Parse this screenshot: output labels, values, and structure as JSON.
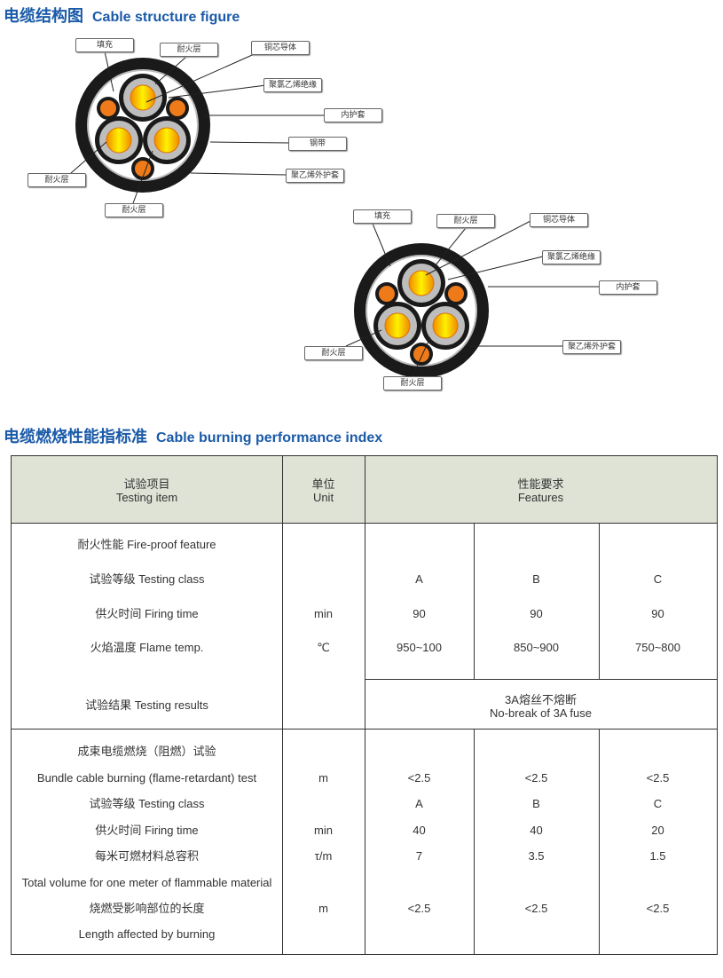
{
  "structure": {
    "title_cn": "电缆结构图",
    "title_en": "Cable structure figure",
    "diagram1": {
      "labels": [
        "填充",
        "耐火层",
        "铜芯导体",
        "聚氯乙烯绝缘",
        "内护套",
        "钢带",
        "聚乙烯外护套",
        "耐火层",
        "耐火层"
      ]
    },
    "diagram2": {
      "labels": [
        "填充",
        "耐火层",
        "铜芯导体",
        "聚氯乙烯绝缘",
        "内护套",
        "聚乙烯外护套",
        "耐火层",
        "耐火层"
      ]
    }
  },
  "colors": {
    "title": "#1a5aa8",
    "header_bg": "#dfe3d6",
    "jacket": "#1a1a1a",
    "insulation": "#bdbdbd",
    "core": "#f5a800",
    "filler_core": "#ee7a1a"
  },
  "performance": {
    "title_cn": "电缆燃烧性能指标准",
    "title_en": "Cable burning performance index",
    "header": {
      "item_cn": "试验项目",
      "item_en": "Testing item",
      "unit_cn": "单位",
      "unit_en": "Unit",
      "feat_cn": "性能要求",
      "feat_en": "Features"
    },
    "fire": {
      "title": "耐火性能 Fire-proof feature",
      "rows": [
        {
          "label": "试验等级 Testing class",
          "unit": "",
          "v": [
            "A",
            "B",
            "C"
          ]
        },
        {
          "label": "供火时间  Firing time",
          "unit": "min",
          "v": [
            "90",
            "90",
            "90"
          ]
        },
        {
          "label": "火焰温度 Flame temp.",
          "unit": "℃",
          "v": [
            "950~100",
            "850~900",
            "750~800"
          ]
        }
      ],
      "result_label": "试验结果 Testing results",
      "result_cn": "3A熔丝不熔断",
      "result_en": "No-break of 3A fuse"
    },
    "bundle": {
      "title_cn": "成束电缆燃烧（阻燃）试验",
      "rows": [
        {
          "label": "Bundle cable burning (flame-retardant) test",
          "unit": "m",
          "v": [
            "<2.5",
            "<2.5",
            "<2.5"
          ]
        },
        {
          "label": "试验等级 Testing class",
          "unit": "",
          "v": [
            "A",
            "B",
            "C"
          ]
        },
        {
          "label": "供火时间  Firing time",
          "unit": "min",
          "v": [
            "40",
            "40",
            "20"
          ]
        },
        {
          "label": "每米可燃材料总容积",
          "unit": "τ/m",
          "v": [
            "7",
            "3.5",
            "1.5"
          ]
        },
        {
          "label": "Total volume for one meter of flammable material",
          "unit": "",
          "v": [
            "",
            "",
            ""
          ]
        },
        {
          "label": "烧燃受影响部位的长度",
          "unit": "m",
          "v": [
            "<2.5",
            "<2.5",
            "<2.5"
          ]
        },
        {
          "label": "Length affected by burning",
          "unit": "",
          "v": [
            "",
            "",
            ""
          ]
        }
      ]
    }
  }
}
